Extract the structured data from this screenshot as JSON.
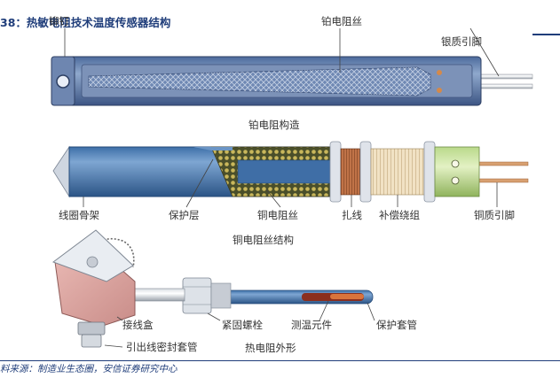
{
  "title": {
    "number": "38",
    "text": "：热敏电阻技术温度传感器结构"
  },
  "section1": {
    "labels": {
      "rivet": "铆钉",
      "platinum_wire": "铂电阻丝",
      "silver_lead": "银质引脚"
    },
    "caption": "铂电阻构造"
  },
  "section2": {
    "labels": {
      "coil_frame": "线圈骨架",
      "protective_layer": "保护层",
      "copper_wire": "铜电阻丝",
      "tie_wire": "扎线",
      "compensation_winding": "补偿绕组",
      "copper_lead": "铜质引脚"
    },
    "caption": "铜电阻丝结构"
  },
  "section3": {
    "labels": {
      "junction_box": "接线盒",
      "seal_sleeve": "引出线密封套管",
      "bolt": "紧固螺栓",
      "sensing_element": "测温元件",
      "protective_sleeve": "保护套管"
    },
    "caption": "热电阻外形"
  },
  "footer": "料来源：制造业生态圈，安信证券研究中心"
}
